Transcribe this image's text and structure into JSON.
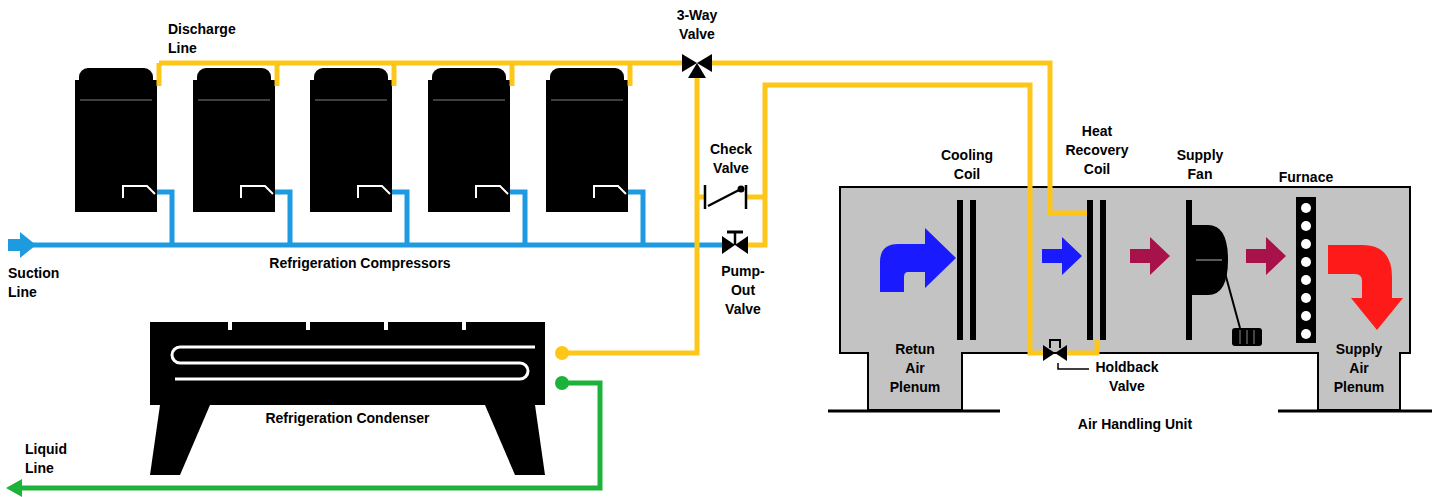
{
  "diagram": {
    "nodes": [
      {
        "text": [
          "Refrigeration Condenser"
        ]
      },
      {
        "text": [
          "Air Handling Unit"
        ]
      },
      {
        "text": [
          "Retun Air Plenum"
        ],
        "in": 1
      },
      {
        "text": [
          "Supply Air Plenum"
        ],
        "in": 1
      }
    ],
    "labels": [
      "Discharge Line",
      "3-Way Valve",
      "Check Valve",
      "Pump-Out Valve",
      "Suction Line",
      "Refrigeration Compressors",
      "Liquid Line",
      "Cooling Coil",
      "Heat Recovery Coil",
      "Supply Fan",
      "Furnace",
      "Holdback Valve"
    ]
  }
}
